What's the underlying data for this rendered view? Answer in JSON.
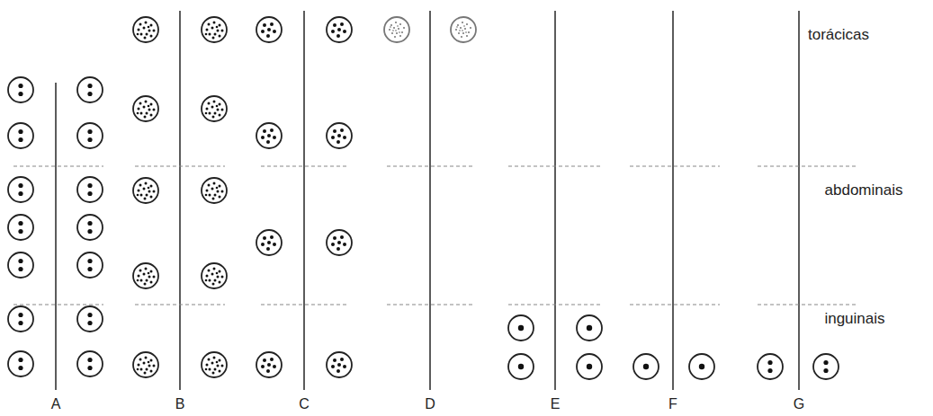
{
  "diagram": {
    "labels": [
      "torácicas",
      "abdominais",
      "inguinais",
      "A",
      "B",
      "C",
      "D",
      "E",
      "F",
      "G"
    ]
  }
}
